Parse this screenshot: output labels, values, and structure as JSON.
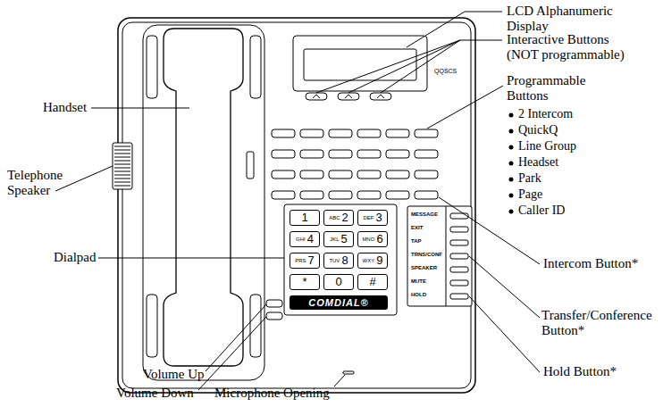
{
  "diagram": {
    "nodes": [
      {
        "text": [
          "1"
        ]
      },
      {
        "text": [
          "ABC",
          "2"
        ]
      },
      {
        "text": [
          "DEF",
          "3"
        ]
      },
      {
        "text": [
          "GHI",
          "4"
        ]
      },
      {
        "text": [
          "JKL",
          "5"
        ]
      },
      {
        "text": [
          "MNO",
          "6"
        ]
      },
      {
        "text": [
          "PRS",
          "7"
        ]
      },
      {
        "text": [
          "TUV",
          "8"
        ]
      },
      {
        "text": [
          "WXY",
          "9"
        ]
      },
      {
        "text": [
          "*"
        ]
      },
      {
        "text": [
          "0"
        ]
      },
      {
        "text": [
          "#"
        ]
      },
      {
        "text": [
          "COMDIAL®"
        ]
      }
    ],
    "labels": [
      "LCD Alphanumeric Display",
      "QQSCS",
      "Interactive Buttons (NOT programmable)",
      "Programmable Buttons",
      "2 Intercom",
      "QuickQ",
      "Line Group",
      "Headset",
      "Park",
      "Page",
      "Caller ID",
      "Handset",
      "Telephone Speaker",
      "Dialpad",
      "Intercom Button*",
      "Transfer/Conference Button*",
      "Hold Button*",
      "Volume Up",
      "Volume Down",
      "Microphone Opening",
      "MESSAGE",
      "EXIT",
      "TAP",
      "TRNS/CONF",
      "SPEAKER",
      "MUTE",
      "HOLD"
    ]
  }
}
